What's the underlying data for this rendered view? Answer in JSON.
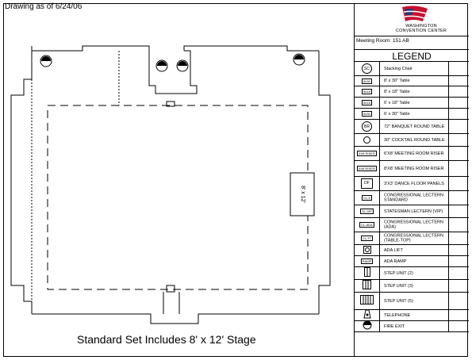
{
  "drawing_date": "Drawing as of 6/24/06",
  "stage_caption": "Standard Set Includes 8' x 12' Stage",
  "stage_label": "8' x 12'",
  "logo": {
    "line1": "WASHINGTON",
    "line2": "CONVENTION CENTER",
    "colors": {
      "red": "#c8102e",
      "blue": "#1f3a7a"
    }
  },
  "meeting_room": "Meeting Room: 151 AB",
  "legend_title": "LEGEND",
  "legend": [
    {
      "symbol": "SC",
      "label": "Stacking Chair"
    },
    {
      "symbol": "8x30",
      "label": "8' x 30\" Table"
    },
    {
      "symbol": "8x18",
      "label": "8' x 18\" Table"
    },
    {
      "symbol": "6x18",
      "label": "6' x 18\" Table"
    },
    {
      "symbol": "6x30",
      "label": "6' x 30\" Table"
    },
    {
      "symbol": "BR",
      "label": "72\" BANQUET ROUND TABLE"
    },
    {
      "symbol": "CR",
      "label": "30\" COCKTAIL ROUND TABLE"
    },
    {
      "symbol": "6X8 RISER",
      "label": "6'X8' MEETING ROOM RISER"
    },
    {
      "symbol": "8X8 RISER",
      "label": "8'X8' MEETING ROOM RISER"
    },
    {
      "symbol": "DF",
      "label": "3'X3' DANCE FLOOR PANELS"
    },
    {
      "symbol": "CL-S",
      "label": "CONGRESSIONAL LECTERN STANDARD"
    },
    {
      "symbol": "SL-VIP",
      "label": "STATESMAN LECTERN (VIP)"
    },
    {
      "symbol": "CL-ADA",
      "label": "CONGRESSIONAL LECTERN (ADA)"
    },
    {
      "symbol": "CL-TT",
      "label": "CONGRESSIONAL LECTERN (TABLE-TOP)"
    },
    {
      "symbol": "ada-lift-icon",
      "label": "ADA LIFT"
    },
    {
      "symbol": "RAMP",
      "label": "ADA RAMP"
    },
    {
      "symbol": "step2-icon",
      "label": "STEP UNIT (2)"
    },
    {
      "symbol": "step3-icon",
      "label": "STEP UNIT (3)"
    },
    {
      "symbol": "step5-icon",
      "label": "STEP UNIT (5)"
    },
    {
      "symbol": "telephone-icon",
      "label": "TELEPHONE"
    },
    {
      "symbol": "fire-exit-icon",
      "label": "FIRE EXIT"
    }
  ]
}
